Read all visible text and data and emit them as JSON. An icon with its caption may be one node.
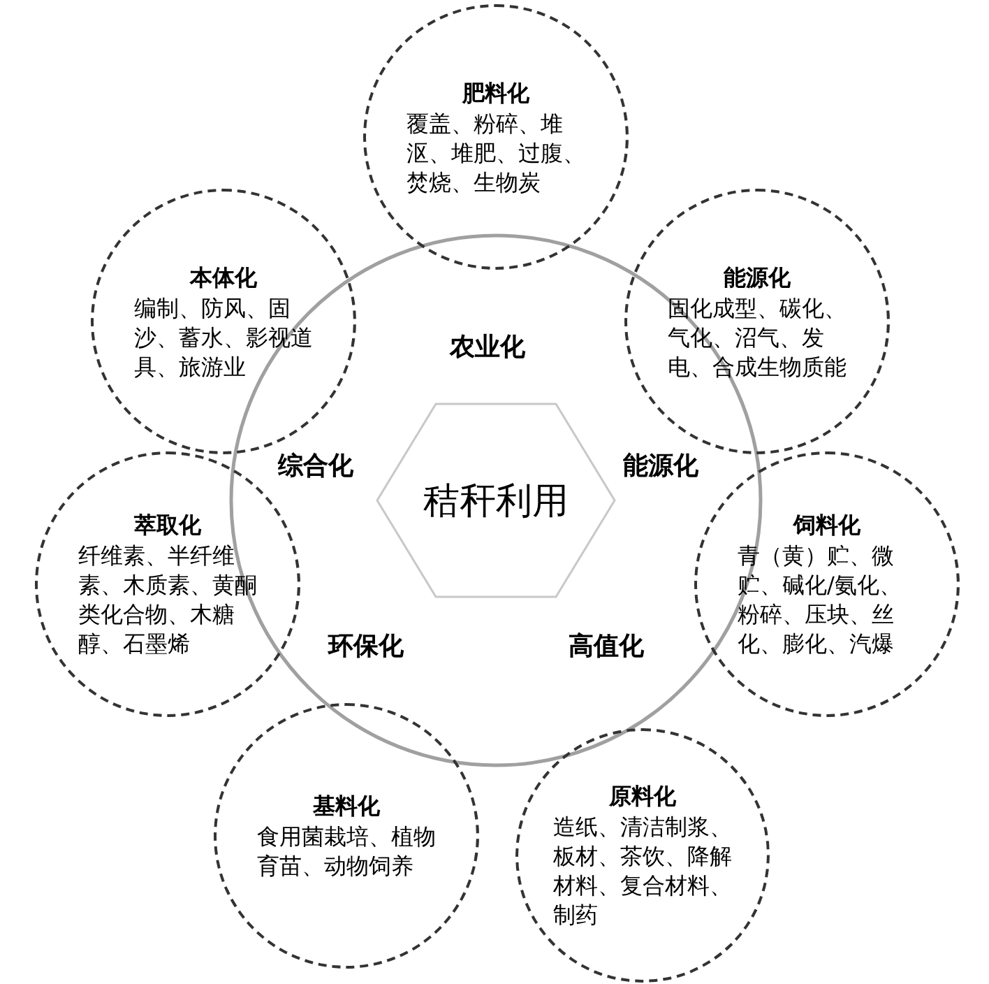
{
  "diagram": {
    "nodes": [
      {
        "text": [],
        "shape": "circle"
      },
      {
        "text": [
          "秸秆利用"
        ],
        "in": 0
      },
      {
        "text": [
          "肥料化",
          "覆盖、粉碎、堆沤、堆肥、过腹、焚烧、生物炭"
        ]
      },
      {
        "text": [
          "能源化",
          "固化成型、碳化、气化、沼气、发电、合成生物质能"
        ]
      },
      {
        "text": [
          "饲料化",
          "青（黄）贮、微贮、碱化/氨化、粉碎、压块、丝化、膨化、汽爆"
        ]
      },
      {
        "text": [
          "原料化",
          "造纸、清洁制浆、板材、茶饮、降解材料、复合材料、制药"
        ]
      },
      {
        "text": [
          "基料化",
          "食用菌栽培、植物育苗、动物饲养"
        ]
      },
      {
        "text": [
          "萃取化",
          "纤维素、半纤维素、木质素、黄酮类化合物、木糖醇、石墨烯"
        ]
      },
      {
        "text": [
          "本体化",
          "编制、防风、固沙、蓄水、影视道具、旅游业"
        ]
      }
    ],
    "edges": [],
    "labels": [
      "农业化",
      "综合化",
      "能源化",
      "环保化",
      "高值化"
    ]
  }
}
